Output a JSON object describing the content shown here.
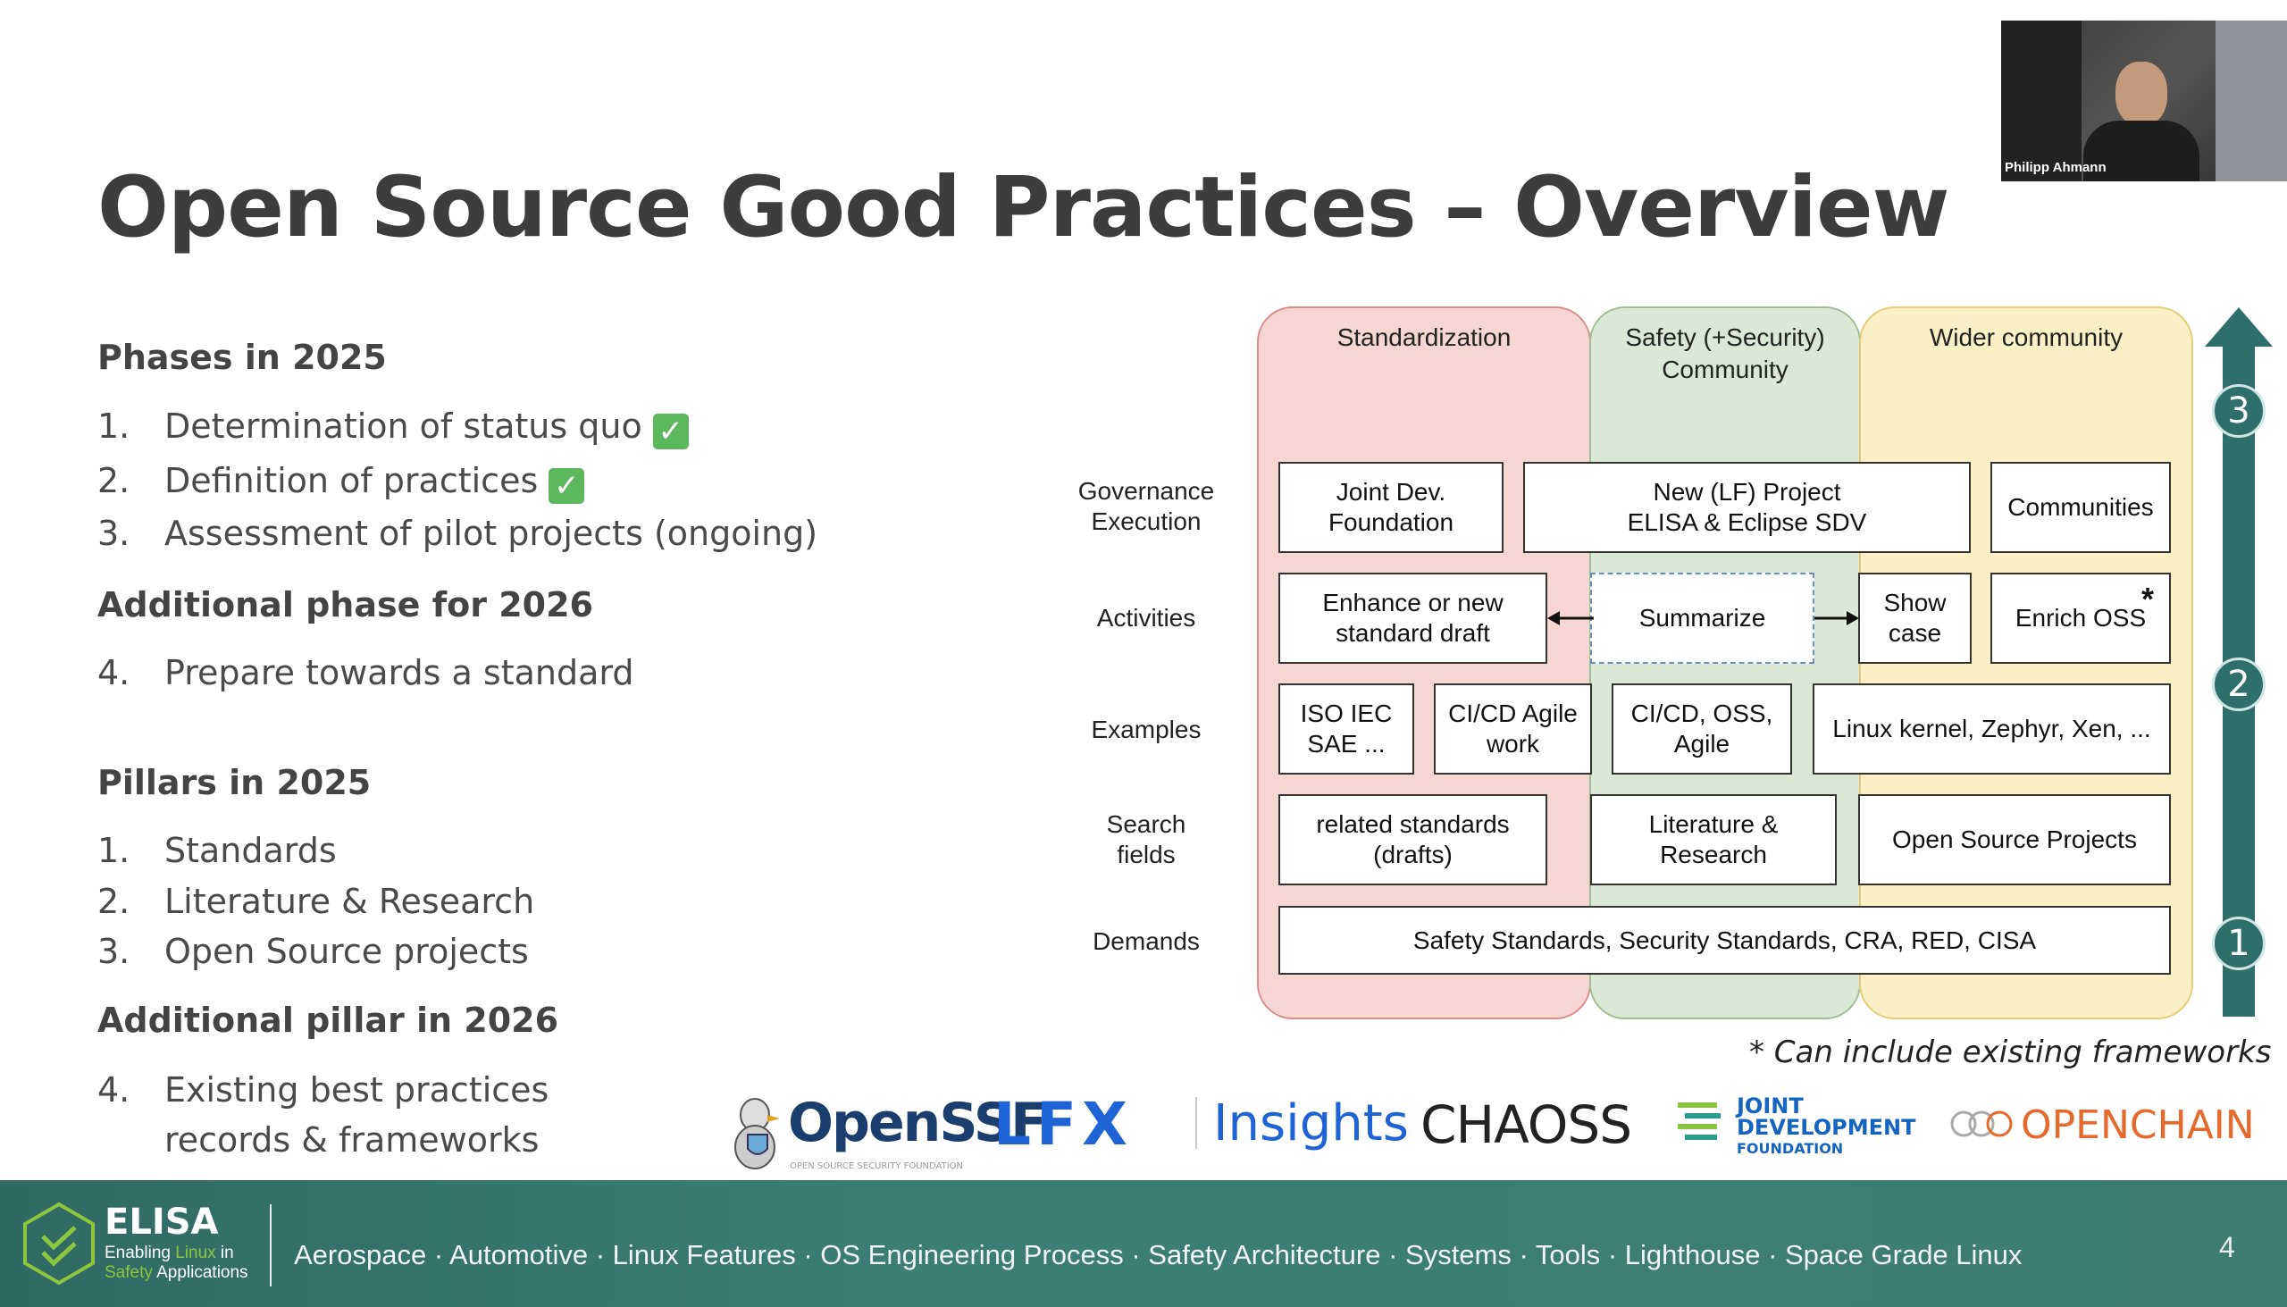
{
  "slide": {
    "title": "Open Source Good Practices – Overview",
    "page_number": "4"
  },
  "phases": {
    "heading": "Phases in 2025",
    "items": [
      {
        "num": "1.",
        "text": "Determination of status quo",
        "done": true
      },
      {
        "num": "2.",
        "text": "Definition of practices",
        "done": true
      },
      {
        "num": "3.",
        "text": "Assessment of pilot projects (ongoing)",
        "done": false
      }
    ],
    "additional_heading": "Additional phase for 2026",
    "additional_item": {
      "num": "4.",
      "text": "Prepare towards a standard"
    }
  },
  "pillars": {
    "heading": "Pillars in 2025",
    "items": [
      {
        "num": "1.",
        "text": "Standards"
      },
      {
        "num": "2.",
        "text": "Literature & Research"
      },
      {
        "num": "3.",
        "text": "Open Source projects"
      }
    ],
    "additional_heading": "Additional pillar in 2026",
    "additional_item": {
      "num": "4.",
      "text_line1": "Existing best practices",
      "text_line2": "records & frameworks"
    }
  },
  "diagram": {
    "columns": {
      "standardization": "Standardization",
      "safety_line1": "Safety (+Security)",
      "safety_line2": "Community",
      "wider": "Wider community"
    },
    "rows": {
      "governance_line1": "Governance",
      "governance_line2": "Execution",
      "activities": "Activities",
      "examples": "Examples",
      "search_line1": "Search",
      "search_line2": "fields",
      "demands": "Demands"
    },
    "boxes": {
      "joint_dev_line1": "Joint Dev.",
      "joint_dev_line2": "Foundation",
      "new_project_line1": "New (LF) Project",
      "new_project_line2": "ELISA & Eclipse SDV",
      "communities": "Communities",
      "enhance_line1": "Enhance or new",
      "enhance_line2": "standard draft",
      "summarize": "Summarize",
      "showcase_line1": "Show",
      "showcase_line2": "case",
      "enrich": "Enrich OSS",
      "enrich_star": "*",
      "iso_line1": "ISO IEC",
      "iso_line2": "SAE ...",
      "cicd_agile_line1": "CI/CD Agile",
      "cicd_agile_line2": "work",
      "cicd_oss_line1": "CI/CD, OSS,",
      "cicd_oss_line2": "Agile",
      "linux": "Linux kernel, Zephyr, Xen, ...",
      "related_line1": "related standards",
      "related_line2": "(drafts)",
      "literature_line1": "Literature &",
      "literature_line2": "Research",
      "osp": "Open Source Projects",
      "demands_box": "Safety Standards, Security Standards, CRA, RED, CISA"
    },
    "stages": [
      "3",
      "2",
      "1"
    ],
    "footnote": "* Can include existing frameworks",
    "colors": {
      "standardization": "#f6d6d2",
      "safety": "#dce8d7",
      "wider": "#fbefc6",
      "arrow": "#2e6f6c"
    }
  },
  "logos": {
    "openssf": "OpenSSF",
    "openssf_sub": "OPEN SOURCE SECURITY FOUNDATION",
    "lfx": "LFX",
    "insights": "Insights",
    "chaoss": "CHAOSS",
    "jdf_line1": "JOINT",
    "jdf_line2": "DEVELOPMENT",
    "jdf_line3": "FOUNDATION",
    "openchain": "OPENCHAIN"
  },
  "video": {
    "name": "Philipp Ahmann"
  },
  "footer": {
    "brand": "ELISA",
    "tagline_1": "Enabling ",
    "tagline_linux": "Linux",
    "tagline_2": " in",
    "tagline_safety": "Safety",
    "tagline_3": " Applications",
    "nav": "Aerospace · Automotive · Linux Features · OS Engineering Process · Safety Architecture · Systems · Tools · Lighthouse · Space Grade Linux"
  }
}
